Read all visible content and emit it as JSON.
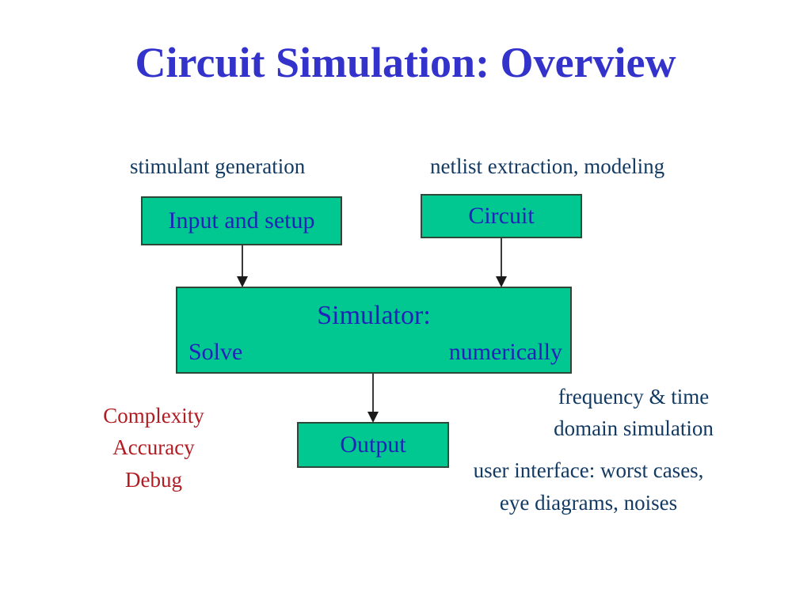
{
  "slide": {
    "title": "Circuit Simulation: Overview",
    "title_color": "#3333cc",
    "background_color": "#ffffff"
  },
  "palette": {
    "box_fill": "#00c890",
    "box_border": "#2d4739",
    "box_text": "#2222bb",
    "annotation_navy": "#123a63",
    "annotation_red": "#b01c22",
    "arrow": "#3a3a3a"
  },
  "annotations": {
    "stimulant_generation": "stimulant generation",
    "netlist_extraction": "netlist extraction, modeling",
    "complexity": "Complexity",
    "accuracy": "Accuracy",
    "debug": "Debug",
    "frequency_prefix": "frequency & ",
    "frequency_time": "time",
    "domain_simulation": "domain simulation",
    "user_interface": "user interface: worst cases, eye diagrams, noises"
  },
  "boxes": {
    "input_setup": "Input and setup",
    "circuit": "Circuit",
    "simulator_title": "Simulator:",
    "simulator_solve": "Solve",
    "simulator_numerically": "numerically",
    "output": "Output"
  }
}
